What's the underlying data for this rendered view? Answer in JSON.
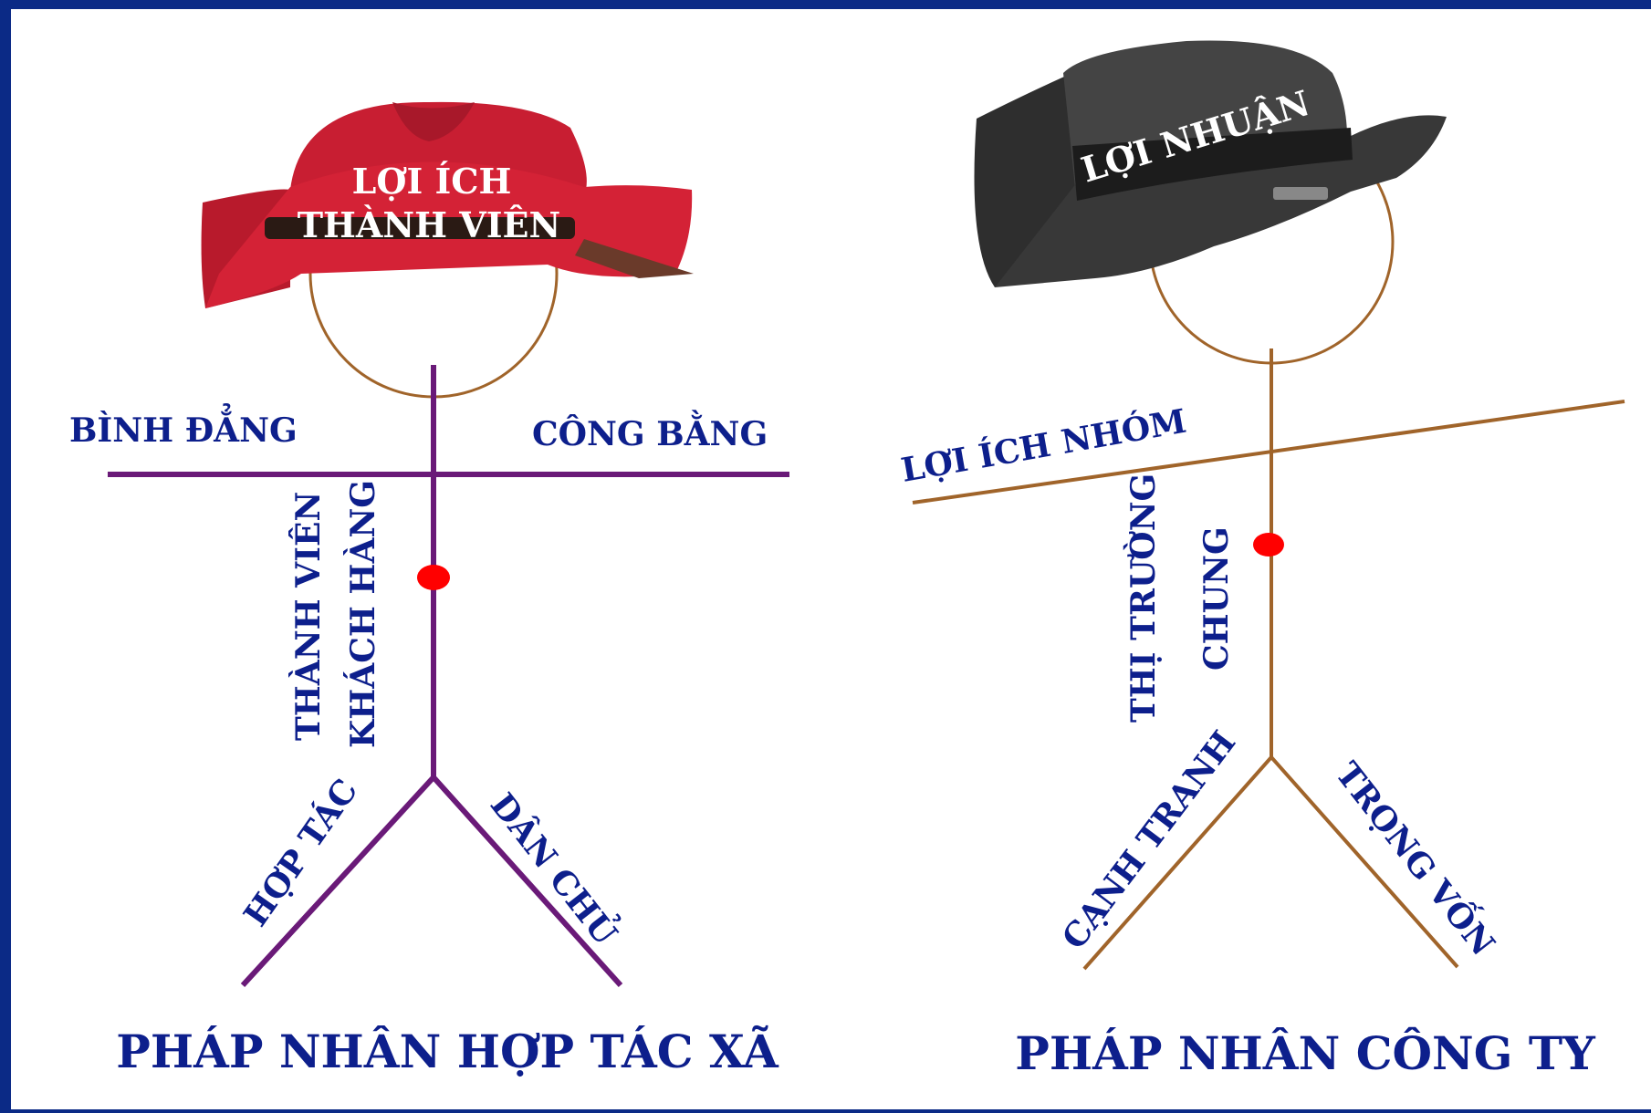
{
  "colors": {
    "background_frame": "#0b2a86",
    "canvas": "#ffffff",
    "label_text": "#0d1f8c",
    "cooperative_figure_line": "#6a1a78",
    "company_figure_line": "#a0642a",
    "center_dot": "#ff0000",
    "cooperative_hat": "#c81e32",
    "company_hat": "#3a3a3a"
  },
  "cooperative": {
    "hat_label_line1": "LỢI ÍCH",
    "hat_label_line2": "THÀNH VIÊN",
    "arm_left_label": "BÌNH ĐẲNG",
    "arm_right_label": "CÔNG BẰNG",
    "body_label_line1": "THÀNH VIÊN",
    "body_label_line2": "KHÁCH HÀNG",
    "leg_left_label": "HỢP TÁC",
    "leg_right_label": "DÂN CHỦ",
    "title": "PHÁP NHÂN HỢP TÁC XÃ",
    "hat_icon": "red-cowboy-hat-icon"
  },
  "company": {
    "hat_label": "LỢI NHUẬN",
    "arm_label": "LỢI ÍCH NHÓM",
    "body_label_line1": "THỊ TRƯỜNG",
    "body_label_line2": "CHUNG",
    "leg_left_label": "CẠNH TRANH",
    "leg_right_label": "TRỌNG VỐN",
    "title": "PHÁP NHÂN CÔNG TY",
    "hat_icon": "black-cowboy-hat-icon"
  }
}
